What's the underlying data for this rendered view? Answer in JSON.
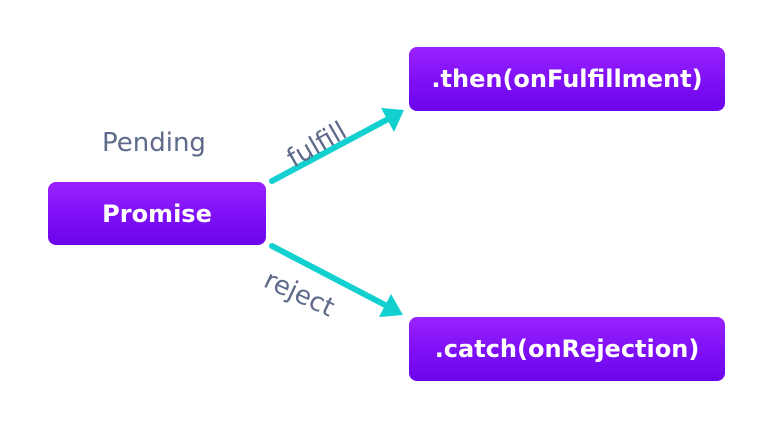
{
  "diagram": {
    "state_label": "Pending",
    "nodes": {
      "promise": "Promise",
      "then": ".then(onFulfillment)",
      "catch": ".catch(onRejection)"
    },
    "edges": {
      "fulfill": "fulfill",
      "reject": "reject"
    },
    "colors": {
      "box": "#7e0ff5",
      "arrow": "#13d0d0",
      "label": "#5e6a8a"
    }
  }
}
